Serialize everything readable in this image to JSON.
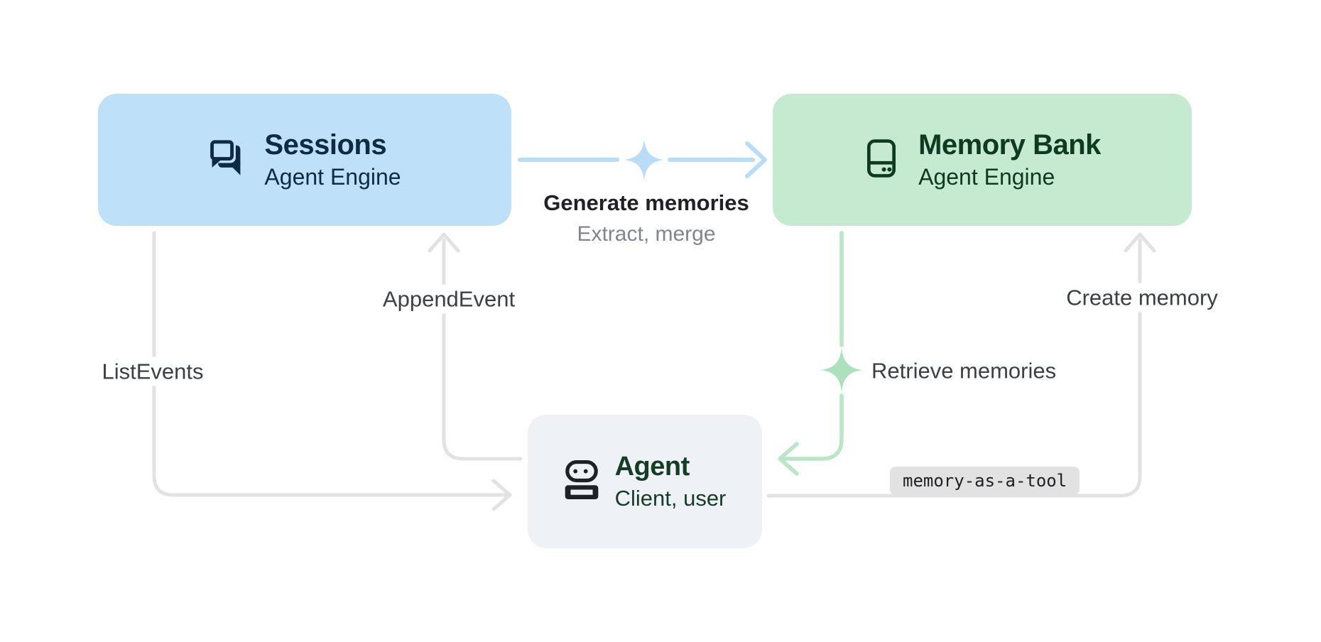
{
  "diagram": {
    "nodes": {
      "sessions": {
        "title": "Sessions",
        "subtitle": "Agent Engine"
      },
      "memory_bank": {
        "title": "Memory Bank",
        "subtitle": "Agent Engine"
      },
      "agent": {
        "title": "Agent",
        "subtitle": "Client, user"
      }
    },
    "edges": {
      "generate_memories": {
        "label": "Generate memories",
        "sublabel": "Extract, merge"
      },
      "append_event": {
        "label": "AppendEvent"
      },
      "list_events": {
        "label": "ListEvents"
      },
      "retrieve_memories": {
        "label": "Retrieve memories"
      },
      "create_memory": {
        "label": "Create memory"
      },
      "memory_as_a_tool": {
        "label": "memory-as-a-tool"
      }
    },
    "colors": {
      "sessions_fill": "#BEE0F8",
      "sessions_text": "#0D2A46",
      "memory_fill": "#C5EACF",
      "memory_text": "#0D3A21",
      "agent_fill": "#EEF2F6",
      "agent_text": "#153C25",
      "agent_icon": "#202124",
      "blue_arrow": "#B9DDF9",
      "green_arrow": "#BAE5C6",
      "green_sparkle": "#ACE1BC",
      "gray_arrow": "#E2E2E2",
      "label_text": "#3C4043",
      "caption_text": "#202124",
      "caption_subtext": "#80868B",
      "badge_bg": "#E2E2E2",
      "badge_text": "#202124"
    }
  }
}
